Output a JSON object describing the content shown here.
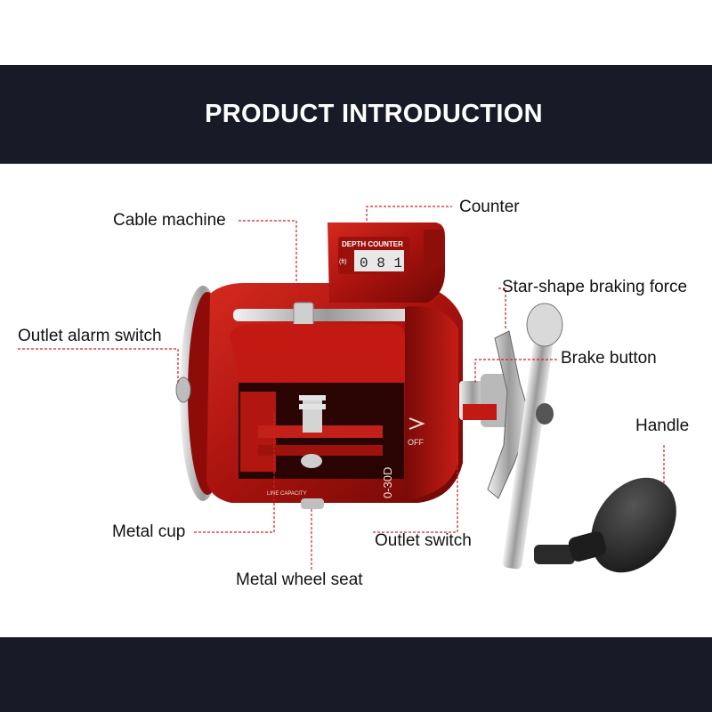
{
  "banner": {
    "title": "PRODUCT INTRODUCTION"
  },
  "callouts": {
    "counter": "Counter",
    "cable_machine": "Cable machine",
    "star_braking": "Star-shape braking force",
    "outlet_alarm": "Outlet alarm switch",
    "brake_button": "Brake button",
    "handle": "Handle",
    "metal_cup": "Metal cup",
    "outlet_switch": "Outlet switch",
    "metal_wheel_seat": "Metal wheel seat"
  },
  "product": {
    "counter_label": "DEPTH COUNTER",
    "counter_unit": "(ft)",
    "counter_digits": "0 8 1",
    "model_text": "0-30D",
    "line_capacity": "LINE CAPACITY",
    "off_label": "OFF"
  },
  "colors": {
    "banner": "#181a28",
    "callout_line": "#d42020",
    "reel_red": "#b3130f"
  }
}
